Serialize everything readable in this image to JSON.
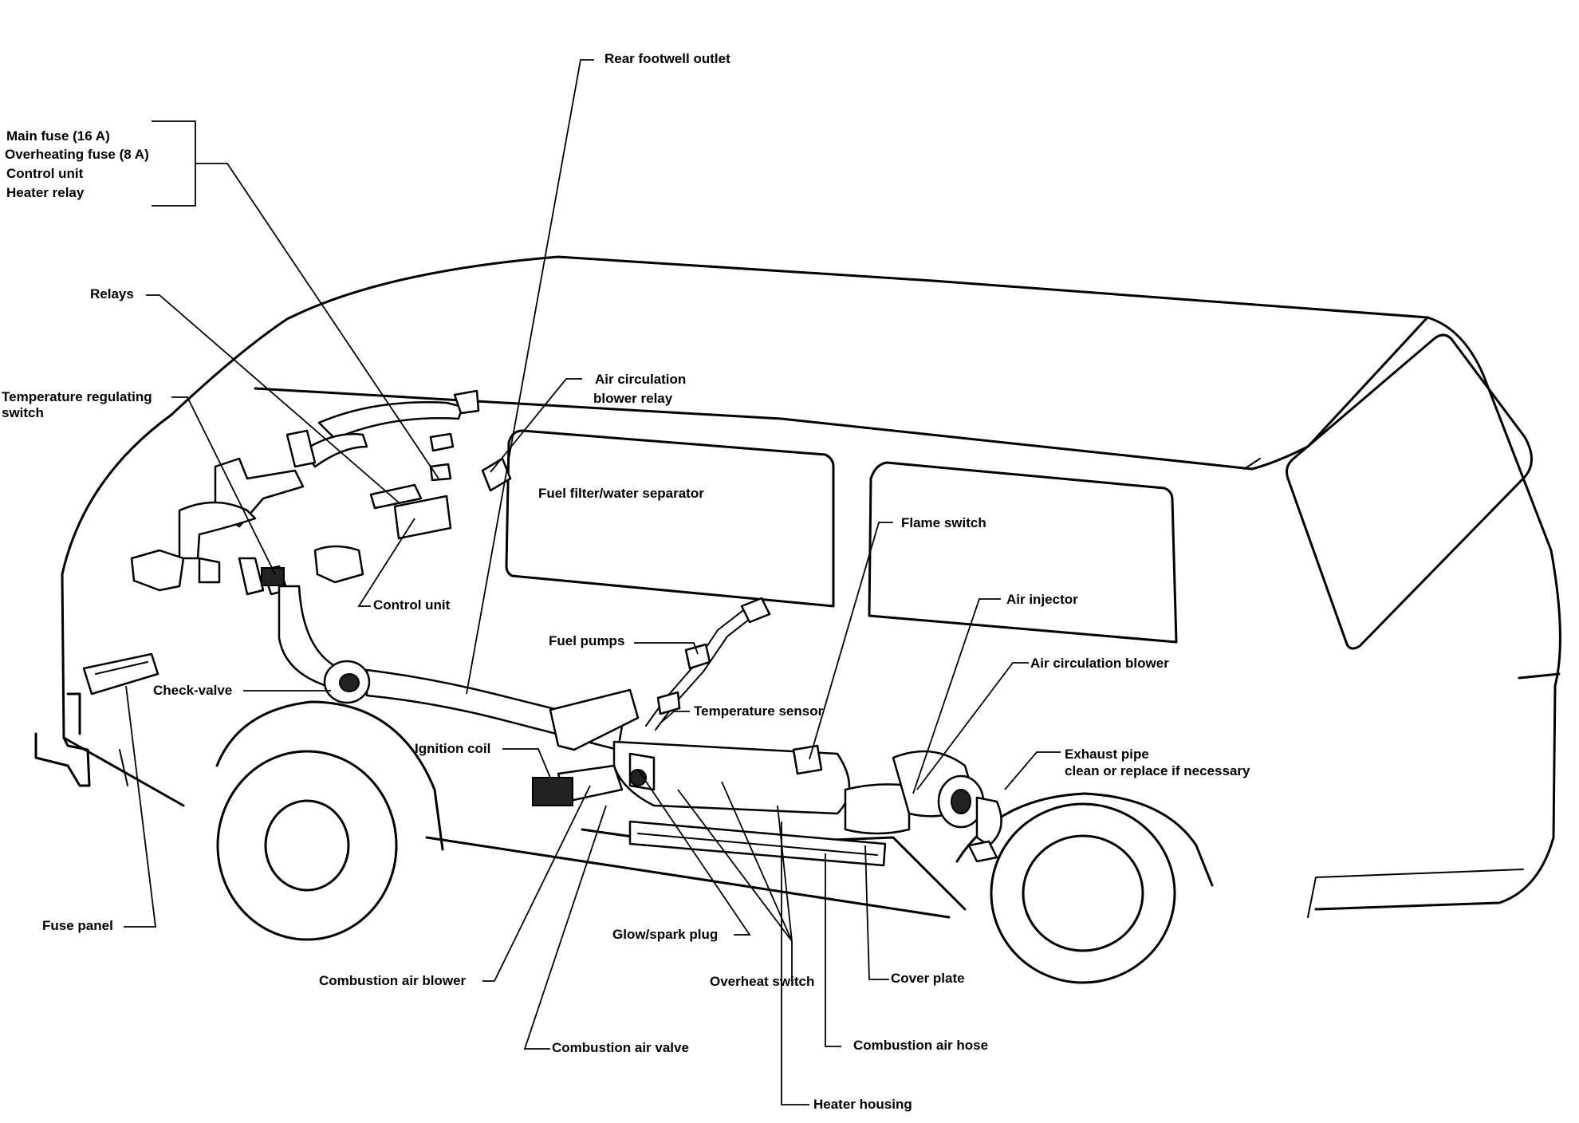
{
  "labels": {
    "rear_footwell_outlet": "Rear footwell outlet",
    "main_fuse": "Main fuse (16 A)",
    "overheating_fuse": "Overheating fuse (8 A)",
    "control_unit_group": "Control unit",
    "heater_relay": "Heater relay",
    "relays": "Relays",
    "temp_regulating_switch_l1": "Temperature regulating",
    "temp_regulating_switch_l2": "switch",
    "air_circulation_blower_relay_l1": "Air circulation",
    "air_circulation_blower_relay_l2": "blower relay",
    "fuel_filter": "Fuel filter/water separator",
    "flame_switch": "Flame switch",
    "control_unit": "Control unit",
    "air_injector": "Air injector",
    "fuel_pumps": "Fuel pumps",
    "air_circulation_blower": "Air circulation blower",
    "check_valve": "Check-valve",
    "temperature_sensor": "Temperature sensor",
    "exhaust_pipe_l1": "Exhaust pipe",
    "exhaust_pipe_l2": "clean or replace if necessary",
    "ignition_coil": "Ignition coil",
    "fuse_panel": "Fuse panel",
    "glow_spark_plug": "Glow/spark plug",
    "combustion_air_blower": "Combustion air blower",
    "overheat_switch": "Overheat switch",
    "cover_plate": "Cover plate",
    "combustion_air_hose": "Combustion air hose",
    "combustion_air_valve": "Combustion air valve",
    "heater_housing": "Heater housing"
  }
}
